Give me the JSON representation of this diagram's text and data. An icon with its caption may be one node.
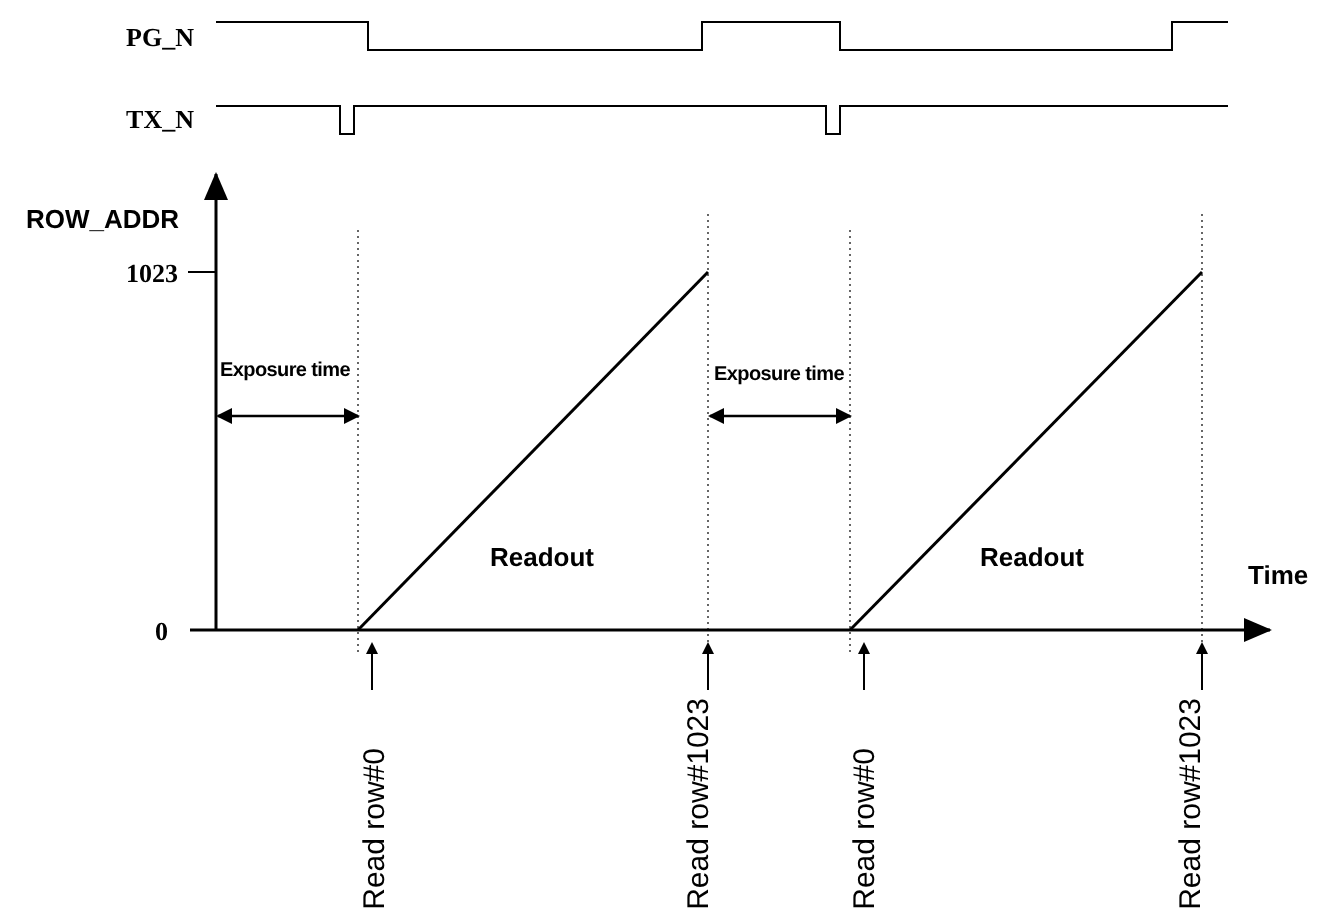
{
  "diagram": {
    "labels": [
      "PG_N",
      "TX_N",
      "ROW_ADDR",
      "1023",
      "Exposure time",
      "Exposure time",
      "Readout",
      "Readout",
      "Time",
      "0",
      "Read row#0",
      "Read row#1023",
      "Read row#0",
      "Read row#1023"
    ]
  }
}
